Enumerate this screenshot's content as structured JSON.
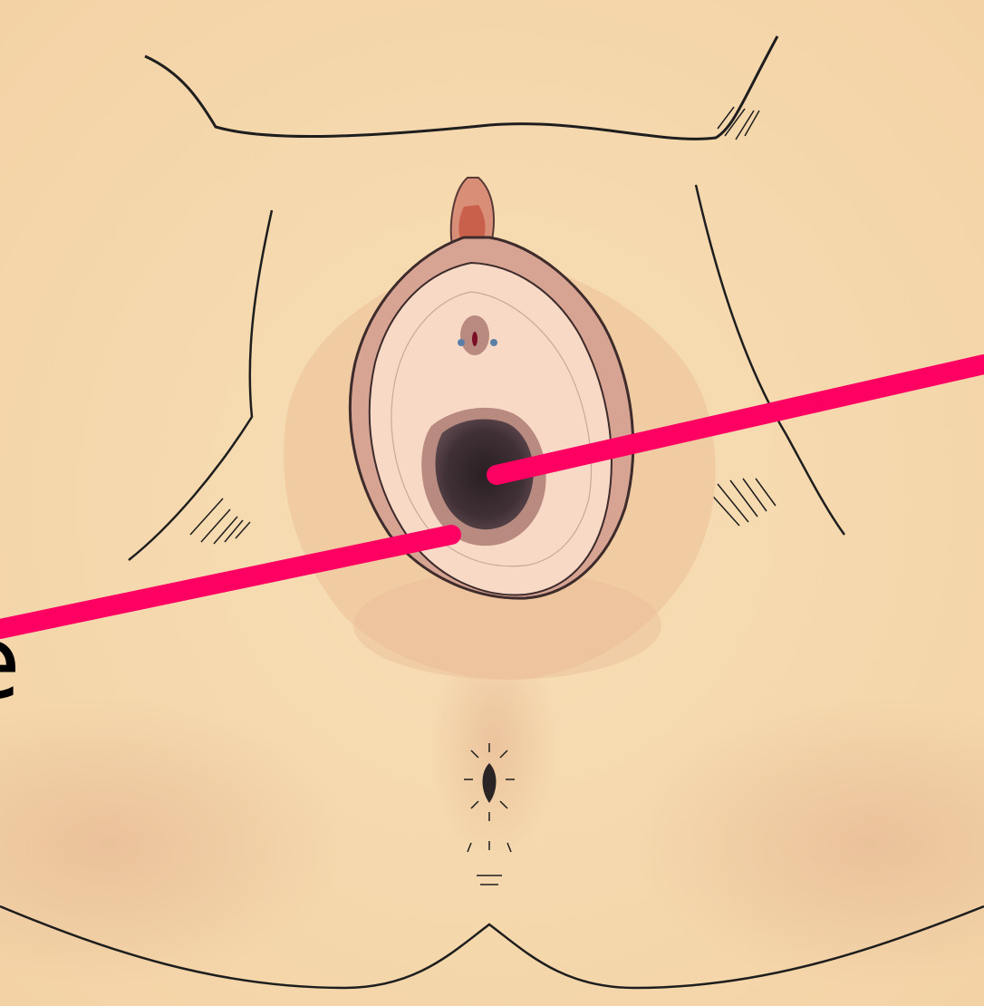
{
  "figure": {
    "cut_off_label_fragment": "e",
    "colors": {
      "skin": "#f5d7ab",
      "skin_shadow": "#e9bd96",
      "outline": "#1e1e1e",
      "inner_pink": "#f8d9c6",
      "rim": "#b88a80",
      "opening": "#3a2a30",
      "pointer_line": "#fe0062"
    },
    "pointer_lines": [
      {
        "name": "right-pointer-line",
        "points": [
          [
            548,
            524
          ],
          [
            1086,
            402
          ]
        ]
      },
      {
        "name": "left-pointer-line",
        "points": [
          [
            498,
            590
          ],
          [
            0,
            694
          ]
        ]
      }
    ]
  }
}
